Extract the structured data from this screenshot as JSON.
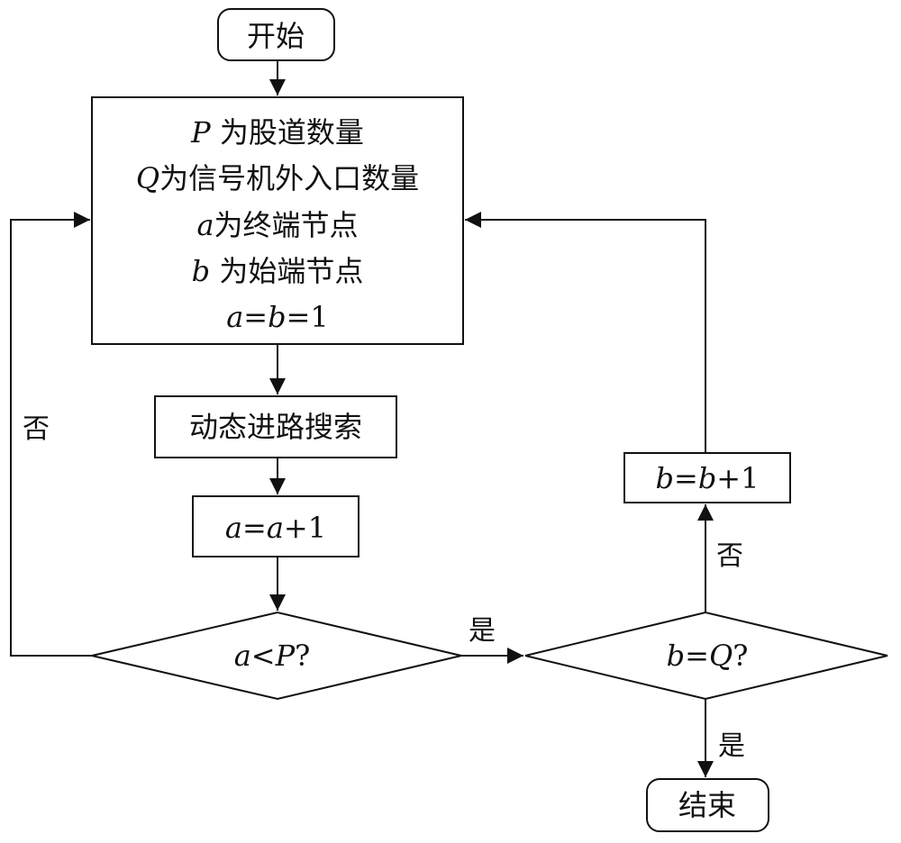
{
  "flowchart": {
    "start": "开始",
    "init": {
      "line1_var": "P",
      "line1_text": "为股道数量",
      "line2_var": "Q",
      "line2_text": "为信号机外入口数量",
      "line3_var": "a",
      "line3_text": "为终端节点",
      "line4_var": "b",
      "line4_text": "为始端节点",
      "line5_a": "a",
      "line5_eq1": "=",
      "line5_b": "b",
      "line5_eq2": "=1"
    },
    "search": "动态进路搜索",
    "increment_a": {
      "var1": "a",
      "eq": "=",
      "var2": "a",
      "rest": "+1"
    },
    "increment_b": {
      "var1": "b",
      "eq": "=",
      "var2": "b",
      "rest": "+1"
    },
    "decision_a": {
      "var1": "a",
      "op": "<",
      "var2": "P",
      "q": "?"
    },
    "decision_b": {
      "var1": "b",
      "op": "=",
      "var2": "Q",
      "q": "?"
    },
    "labels": {
      "no_left": "否",
      "yes_middle": "是",
      "no_right": "否",
      "yes_bottom": "是"
    },
    "end": "结束"
  }
}
